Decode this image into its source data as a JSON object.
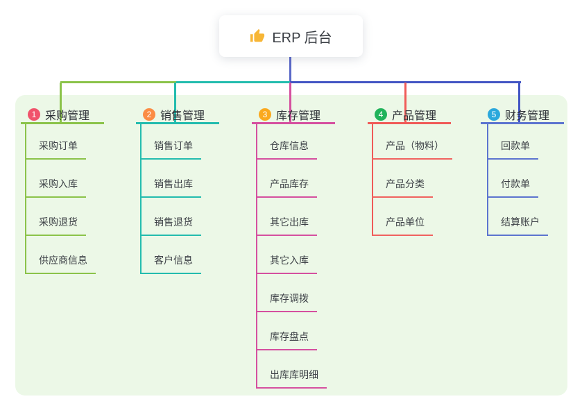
{
  "root": {
    "title": "ERP 后台",
    "icon": "thumbs-up-icon"
  },
  "branches": [
    {
      "index": "1",
      "label": "采购管理",
      "line_color": "#8BC34A",
      "badge_color": "#F0536B",
      "children": [
        "采购订单",
        "采购入库",
        "采购退货",
        "供应商信息"
      ]
    },
    {
      "index": "2",
      "label": "销售管理",
      "line_color": "#23BCAE",
      "badge_color": "#FB8C44",
      "children": [
        "销售订单",
        "销售出库",
        "销售退货",
        "客户信息"
      ]
    },
    {
      "index": "3",
      "label": "库存管理",
      "line_color": "#D5509F",
      "badge_color": "#FAA91E",
      "children": [
        "仓库信息",
        "产品库存",
        "其它出库",
        "其它入库",
        "库存调拨",
        "库存盘点",
        "出库库明细"
      ]
    },
    {
      "index": "4",
      "label": "产品管理",
      "line_color": "#F05B58",
      "badge_color": "#21B35B",
      "children": [
        "产品（物料）",
        "产品分类",
        "产品单位"
      ]
    },
    {
      "index": "5",
      "label": "财务管理",
      "line_color": "#5C74CF",
      "badge_color": "#2BA8DC",
      "children": [
        "回款单",
        "付款单",
        "结算账户"
      ]
    }
  ],
  "connectors": {
    "root_line_color": "#5A68C8",
    "bus_left_color": "#8BC34A",
    "bus_mid_color": "#23BCAE",
    "bus_right_color": "#4356C4"
  },
  "panel": {
    "background": "#ECF8E7"
  }
}
